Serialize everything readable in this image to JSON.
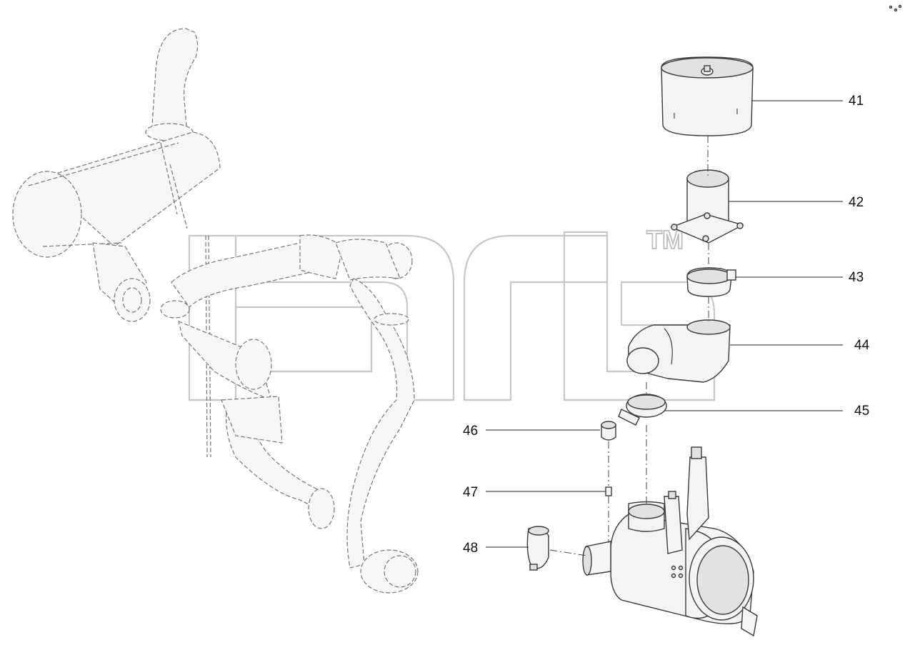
{
  "callouts": [
    {
      "id": "41",
      "label": "41"
    },
    {
      "id": "42",
      "label": "42"
    },
    {
      "id": "43",
      "label": "43"
    },
    {
      "id": "44",
      "label": "44"
    },
    {
      "id": "45",
      "label": "45"
    },
    {
      "id": "46",
      "label": "46"
    },
    {
      "id": "47",
      "label": "47"
    },
    {
      "id": "48",
      "label": "48"
    }
  ],
  "watermark": {
    "trademark": "TM"
  },
  "colors": {
    "line": "#3a3a3a",
    "ghost": "#777777",
    "watermark": "#c8c8c8"
  }
}
